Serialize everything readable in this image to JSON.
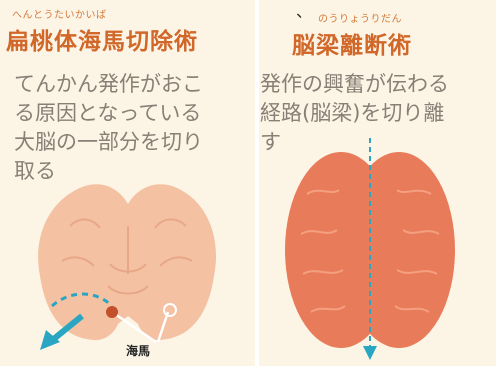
{
  "mark": "、",
  "left": {
    "ruby": "へんとうたいかいば",
    "title": "扁桃体海馬切除術",
    "desc_lines": [
      "てんかん発作がおこ",
      "る原因となっている",
      "大脳の一部分を切り",
      "取る"
    ],
    "hippocampus_label": "海馬"
  },
  "right": {
    "ruby": "のうりょうりだん",
    "title": "脳梁離断術",
    "desc_lines": [
      "発作の興奮が伝わる",
      "経路(脳梁)を切り離",
      "す"
    ]
  },
  "colors": {
    "title": "#d2672a",
    "brain": "#f4c1a2",
    "brain_top": "#e87c5a",
    "arrow": "#2aa6c3",
    "hippocampus": "#c2502a"
  }
}
